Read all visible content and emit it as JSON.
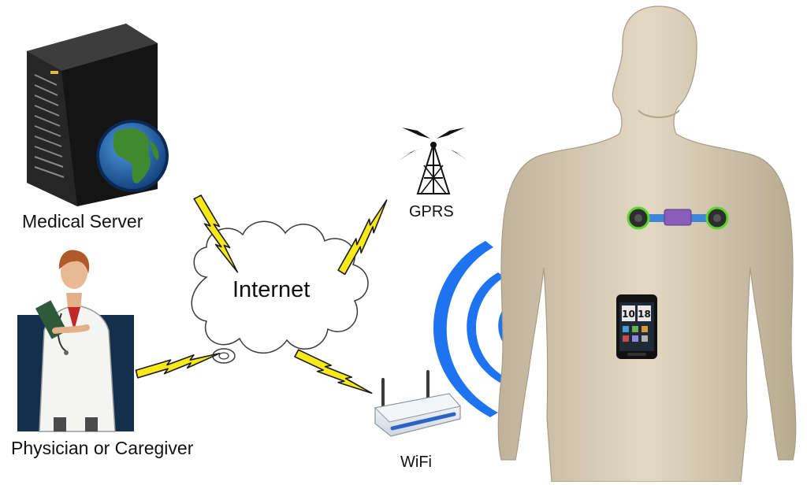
{
  "nodes": {
    "server": {
      "label": "Medical Server"
    },
    "physician": {
      "label": "Physician or Caregiver"
    },
    "cloud": {
      "label": "Internet"
    },
    "gprs": {
      "label": "GPRS"
    },
    "wifi": {
      "label": "WiFi"
    }
  },
  "phone": {
    "hour": "10",
    "minute": "18"
  },
  "colors": {
    "lightning_fill": "#f7e81a",
    "lightning_stroke": "#1a1a1a",
    "wifi_waves": "#1e73f0",
    "sensor_ring": "#5ad62a",
    "sensor_module": "#8a5db8",
    "strap": "#3f87d6",
    "mannequin": "#d9cdb6",
    "server_body": "#1c1c1c",
    "globe_ocean": "#1d5aa8",
    "globe_land": "#3f8a2c",
    "physician_backdrop": "#132f4c"
  }
}
